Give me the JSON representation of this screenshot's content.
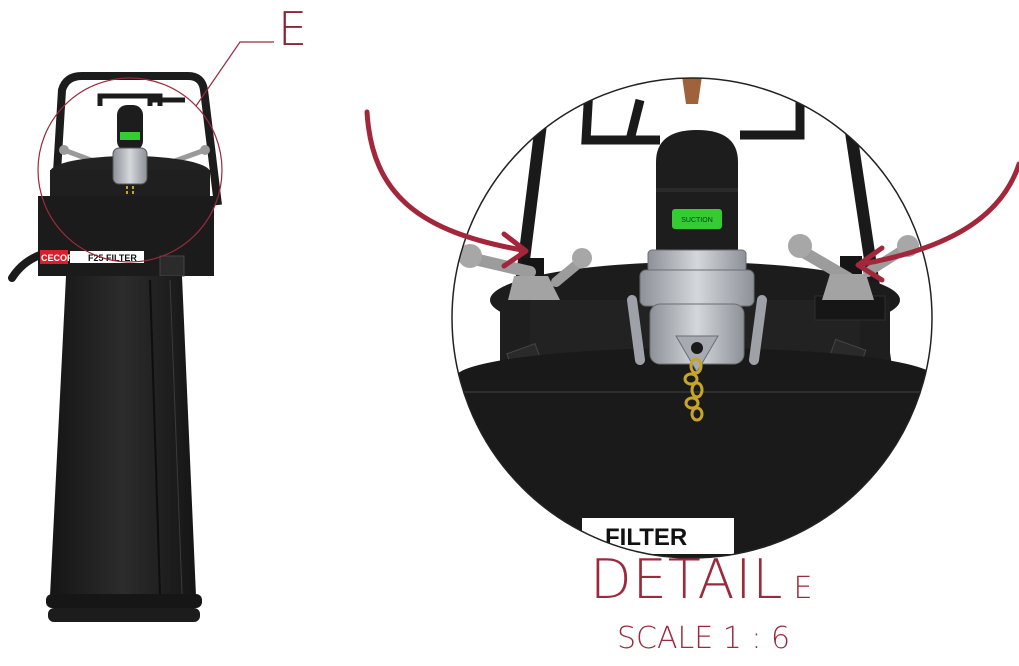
{
  "overview": {
    "callout_letter": "E",
    "brand_logo": "CECOR",
    "product_label": "F25 FILTER"
  },
  "detail": {
    "title": "DETAIL",
    "title_ref": "E",
    "scale": "SCALE 1 : 6",
    "visible_label_fragment": "FILTER",
    "tag_text": "SUCTION"
  },
  "colors": {
    "accent": "#9a2a3c",
    "arrow": "#a3263a",
    "equipment": "#1f1f1f",
    "tag_green": "#33cc33",
    "coupling_silver": "#b8bcc2",
    "chain_gold": "#c9a42a"
  }
}
